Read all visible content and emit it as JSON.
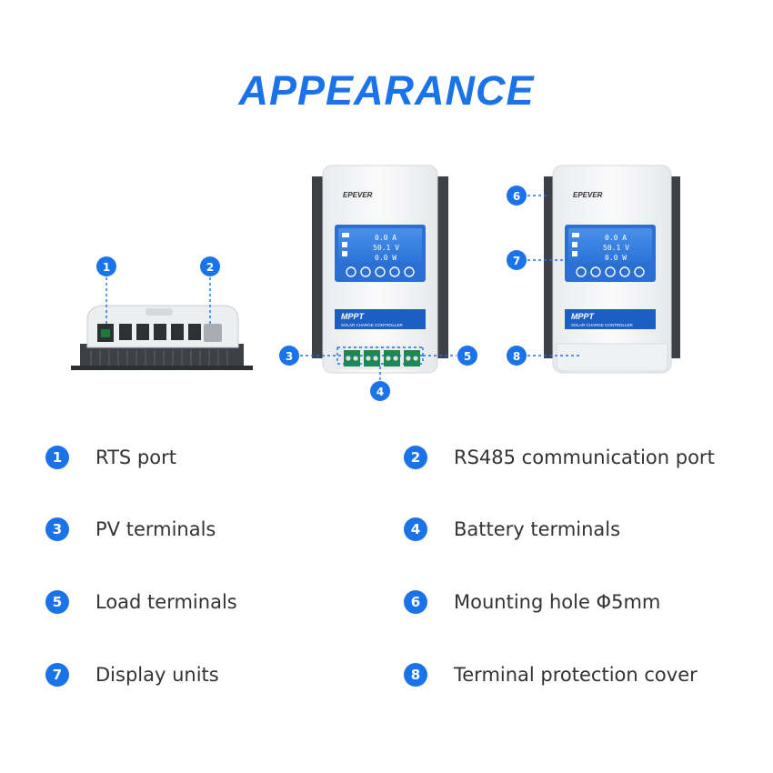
{
  "title": "APPEARANCE",
  "brand": "EPEVER",
  "panel": {
    "name": "MPPT",
    "subtitle": "SOLAR CHARGE CONTROLLER"
  },
  "lcd": {
    "row1": "0.0 A",
    "row2": "50.1 V",
    "row3": "0.0 W"
  },
  "colors": {
    "accent": "#1a73e8",
    "lcd": "#2f7fe0",
    "panel": "#1c5fc4",
    "heatsink": "#3d4046",
    "body": "#f4f5f7"
  },
  "callouts": [
    "1",
    "2",
    "3",
    "4",
    "5",
    "6",
    "7",
    "8"
  ],
  "legend": [
    {
      "num": "1",
      "label": "RTS port"
    },
    {
      "num": "2",
      "label": "RS485 communication port"
    },
    {
      "num": "3",
      "label": "PV terminals"
    },
    {
      "num": "4",
      "label": "Battery terminals"
    },
    {
      "num": "5",
      "label": "Load terminals"
    },
    {
      "num": "6",
      "label": "Mounting hole Φ5mm"
    },
    {
      "num": "7",
      "label": "Display units"
    },
    {
      "num": "8",
      "label": "Terminal protection cover"
    }
  ]
}
